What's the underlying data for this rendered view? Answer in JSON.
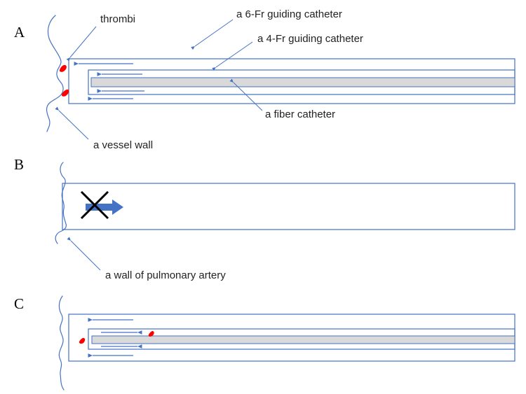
{
  "panels": [
    {
      "letter": "A"
    },
    {
      "letter": "B"
    },
    {
      "letter": "C"
    }
  ],
  "callouts": {
    "thrombi": "thrombi",
    "guiding_6fr": "a 6-Fr guiding catheter",
    "guiding_4fr": "a 4-Fr guiding catheter",
    "fiber": "a fiber catheter",
    "vessel_wall": "a vessel wall",
    "pulmonary_wall": "a wall of pulmonary artery"
  },
  "colors": {
    "outline": "#4472c4",
    "fiber_fill": "#d9d9d9",
    "thrombus": "#ff0000",
    "blocked_mark": "#000000"
  }
}
